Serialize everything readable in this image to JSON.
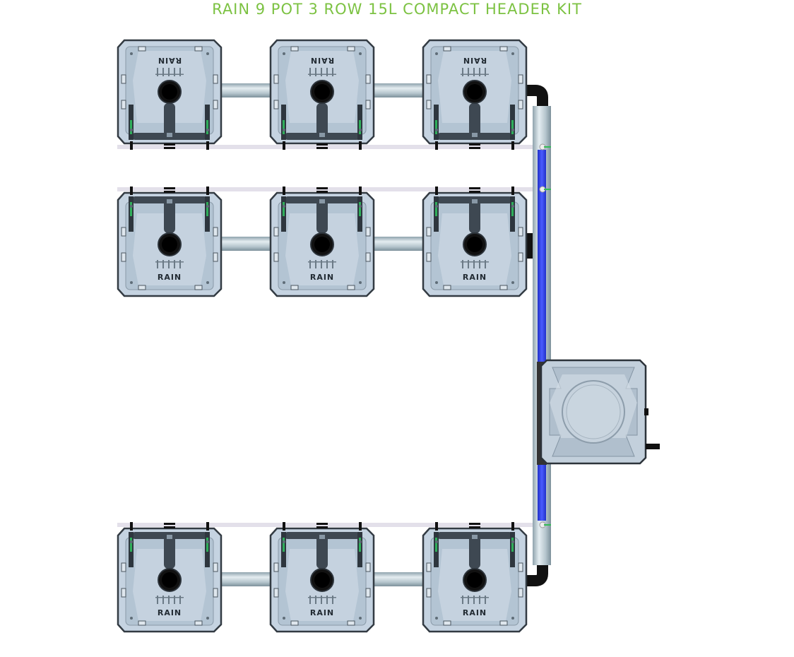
{
  "title": "RAIN 9 POT 3 ROW 15L COMPACT HEADER KIT",
  "colors": {
    "title": "#7cc242",
    "pot_body": "#c5d3e1",
    "pot_face": "#b3c4d3",
    "pot_border": "#333b43",
    "pipe": "#aebfc8",
    "feed_line": "#3344ee",
    "drain_tube": "#e3e0ea",
    "fitting": "#33bb55"
  },
  "pot_label": "RAIN",
  "pots": [
    {
      "row": 1,
      "col": 1,
      "flipped": true
    },
    {
      "row": 1,
      "col": 2,
      "flipped": true
    },
    {
      "row": 1,
      "col": 3,
      "flipped": true
    },
    {
      "row": 2,
      "col": 1,
      "flipped": false
    },
    {
      "row": 2,
      "col": 2,
      "flipped": false
    },
    {
      "row": 2,
      "col": 3,
      "flipped": false
    },
    {
      "row": 3,
      "col": 1,
      "flipped": false
    },
    {
      "row": 3,
      "col": 2,
      "flipped": false
    },
    {
      "row": 3,
      "col": 3,
      "flipped": false
    }
  ]
}
